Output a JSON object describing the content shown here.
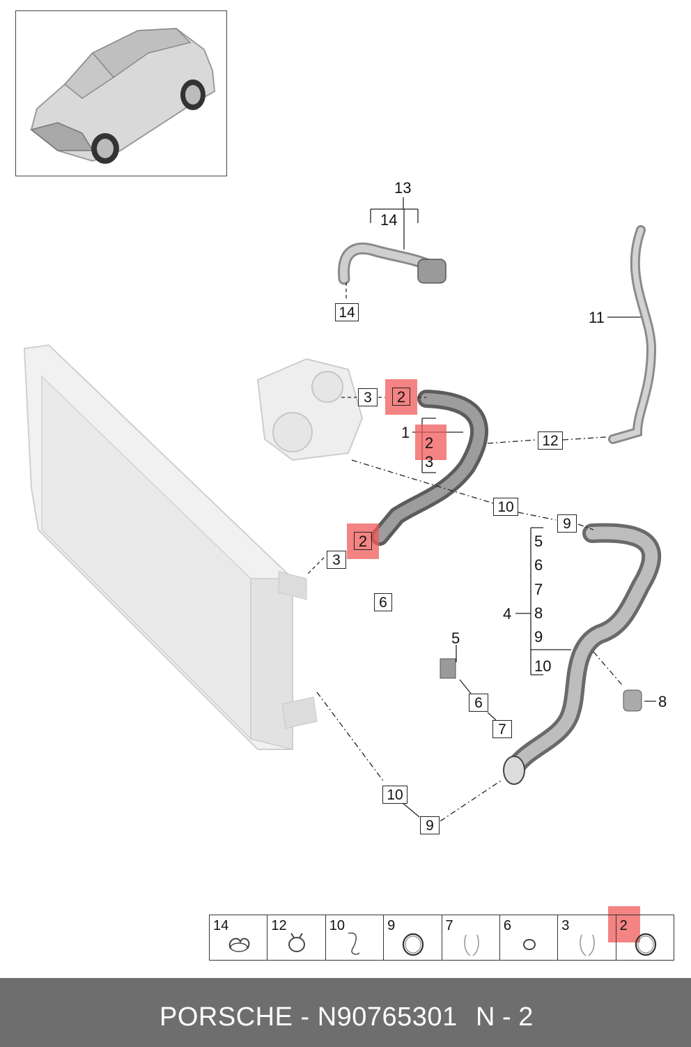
{
  "diagram": {
    "callouts": {
      "c13": "13",
      "c14_top": "14",
      "c14_box": "14",
      "c11": "11",
      "c3_pump": "3",
      "c2_pump": "2",
      "c1": "1",
      "c2_group": "2",
      "c3_group": "3",
      "c12": "12",
      "c10_mid": "10",
      "c9_mid": "9",
      "c2_low": "2",
      "c3_low": "3",
      "c6_center": "6",
      "c4": "4",
      "g5": "5",
      "g6": "6",
      "g7": "7",
      "g8": "8",
      "g9": "9",
      "g10": "10",
      "c5": "5",
      "c6_low": "6",
      "c7_low": "7",
      "c8": "8",
      "c10_low": "10",
      "c9_low": "9"
    },
    "highlight_color": "#f05a5a"
  },
  "legend": {
    "cells": [
      {
        "num": "14",
        "icon": "double-clip-icon"
      },
      {
        "num": "12",
        "icon": "spring-clamp-icon"
      },
      {
        "num": "10",
        "icon": "wire-clip-icon"
      },
      {
        "num": "9",
        "icon": "o-ring-icon"
      },
      {
        "num": "7",
        "icon": "retaining-clip-icon"
      },
      {
        "num": "6",
        "icon": "small-seal-icon"
      },
      {
        "num": "3",
        "icon": "retaining-clip-icon"
      },
      {
        "num": "2",
        "icon": "o-ring-icon"
      }
    ]
  },
  "footer": {
    "brand_part": "PORSCHE - N90765301",
    "page": "N - 2"
  }
}
